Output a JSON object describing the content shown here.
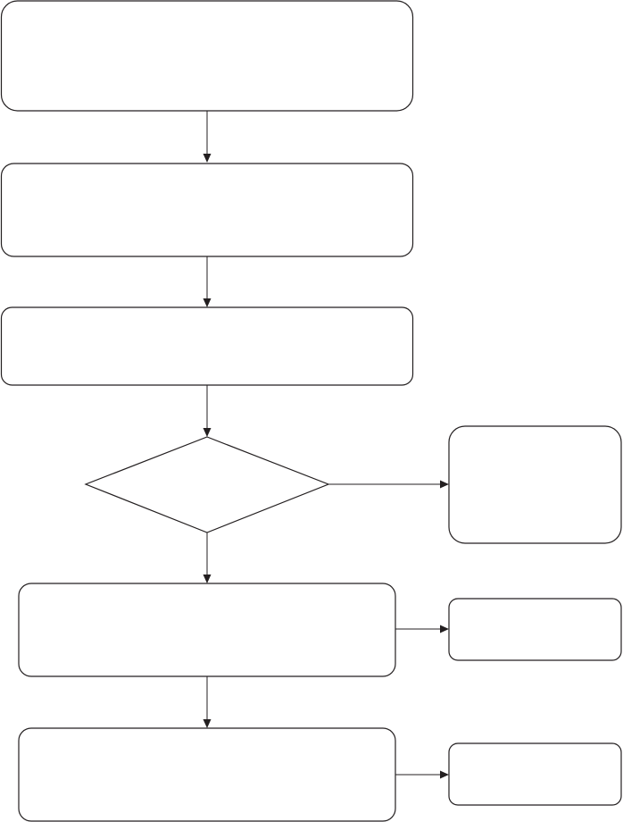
{
  "diagram": {
    "type": "flowchart",
    "line_color": "#231f20",
    "background": "#ffffff",
    "nodes": [
      {
        "id": "step-1",
        "shape": "rounded-rectangle",
        "label": ""
      },
      {
        "id": "step-2",
        "shape": "rounded-rectangle",
        "label": ""
      },
      {
        "id": "step-3",
        "shape": "rounded-rectangle",
        "label": ""
      },
      {
        "id": "decision",
        "shape": "diamond",
        "label": ""
      },
      {
        "id": "decision-branch",
        "shape": "rounded-rectangle",
        "label": ""
      },
      {
        "id": "step-4",
        "shape": "rounded-rectangle",
        "label": ""
      },
      {
        "id": "step-4-side",
        "shape": "rounded-rectangle",
        "label": ""
      },
      {
        "id": "step-5",
        "shape": "rounded-rectangle",
        "label": ""
      },
      {
        "id": "step-5-side",
        "shape": "rounded-rectangle",
        "label": ""
      }
    ],
    "edges": [
      {
        "from": "step-1",
        "to": "step-2"
      },
      {
        "from": "step-2",
        "to": "step-3"
      },
      {
        "from": "step-3",
        "to": "decision"
      },
      {
        "from": "decision",
        "to": "decision-branch"
      },
      {
        "from": "decision",
        "to": "step-4"
      },
      {
        "from": "step-4",
        "to": "step-4-side"
      },
      {
        "from": "step-4",
        "to": "step-5"
      },
      {
        "from": "step-5",
        "to": "step-5-side"
      }
    ]
  }
}
